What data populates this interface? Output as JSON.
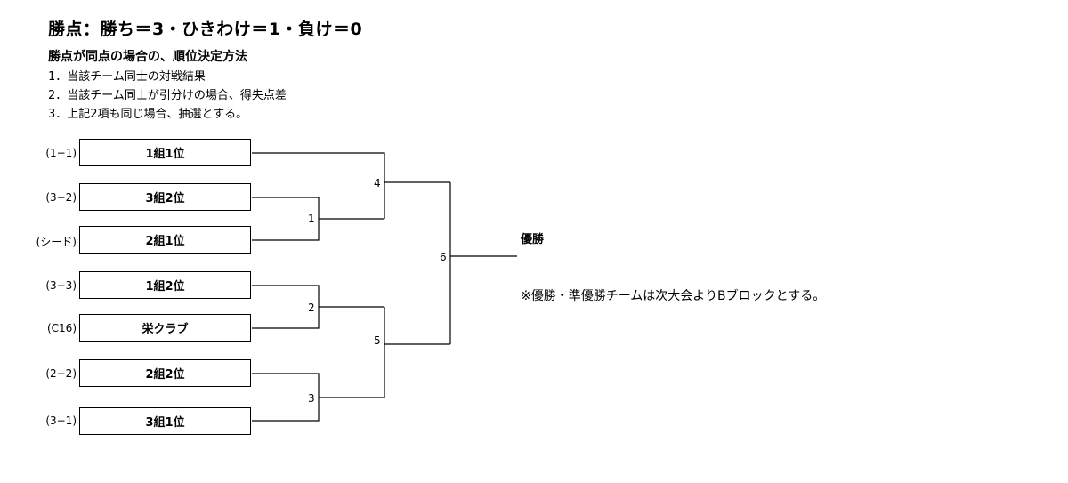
{
  "header": {
    "title": "勝点：勝ち＝3・ひきわけ＝1・負け＝0",
    "subtitle": "勝点が同点の場合の、順位決定方法",
    "rules": [
      "1．当該チーム同士の対戦結果",
      "2．当該チーム同士が引分けの場合、得失点差",
      "3．上記2項も同じ場合、抽選とする。"
    ]
  },
  "bracket": {
    "entries": [
      {
        "seed": "(1−1)",
        "team": "1組1位"
      },
      {
        "seed": "(3−2)",
        "team": "3組2位"
      },
      {
        "seed": "(シード)",
        "team": "2組1位"
      },
      {
        "seed": "(3−3)",
        "team": "1組2位"
      },
      {
        "seed": "(C16)",
        "team": "栄クラブ"
      },
      {
        "seed": "(2−2)",
        "team": "2組2位"
      },
      {
        "seed": "(3−1)",
        "team": "3組1位"
      }
    ],
    "matches": [
      "1",
      "2",
      "3",
      "4",
      "5",
      "6"
    ],
    "champion_label": "優勝",
    "note": "※優勝・準優勝チームは次大会よりBブロックとする。"
  }
}
